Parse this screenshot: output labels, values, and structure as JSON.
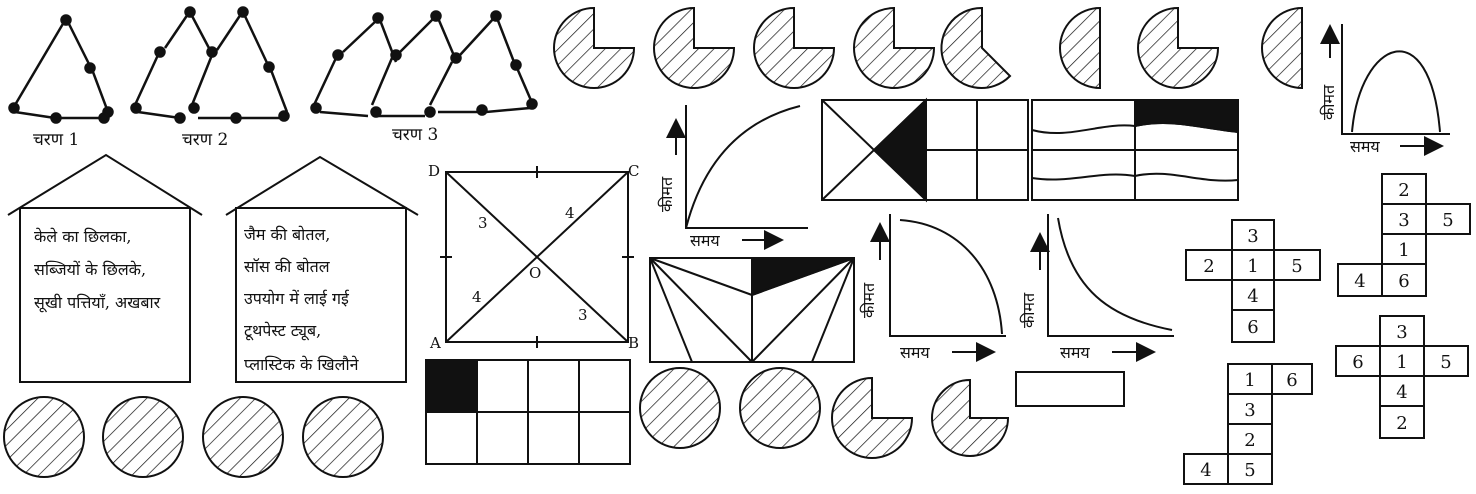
{
  "steps": {
    "labels": [
      "चरण 1",
      "चरण 2",
      "चरण 3"
    ]
  },
  "houses": [
    {
      "lines": [
        "केले का छिलका,",
        "सब्जियों के छिलके,",
        "सूखी पत्तियाँ, अखबार"
      ]
    },
    {
      "lines": [
        "जैम की बोतल,",
        "सॉस की बोतल",
        "उपयोग में लाई गई",
        "टूथपेस्ट ट्यूब,",
        "प्लास्टिक के खिलौने"
      ]
    }
  ],
  "square": {
    "vertices": {
      "a": "A",
      "b": "B",
      "c": "C",
      "d": "D",
      "o": "O"
    },
    "segments": {
      "d_o": "3",
      "o_c": "4",
      "a_o": "4",
      "o_b": "3"
    }
  },
  "graphs": {
    "axis_price": "कीमत",
    "axis_time": "समय"
  },
  "nets": {
    "net1": {
      "top": "3",
      "left": "2",
      "center": "1",
      "right": "5",
      "below1": "4",
      "below2": "6"
    },
    "net2": {
      "r1": "2",
      "r2a": "3",
      "r2b": "5",
      "r3": "1",
      "r4a": "4",
      "r4b": "6"
    },
    "net3": {
      "r1a": "1",
      "r1b": "6",
      "r2": "3",
      "r3": "2",
      "r4a": "4",
      "r4b": "5"
    },
    "net4": {
      "top": "3",
      "left": "6",
      "center": "1",
      "right": "5",
      "below1": "4",
      "below2": "2"
    }
  }
}
